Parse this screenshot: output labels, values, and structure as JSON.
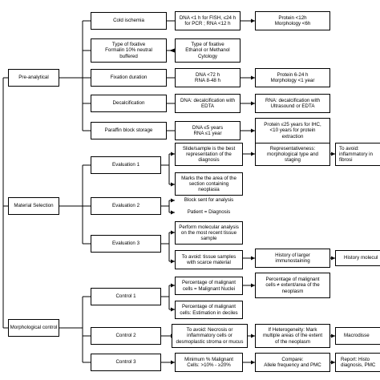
{
  "colors": {
    "line": "#000000",
    "box_fill": "#ffffff",
    "text": "#000000"
  },
  "pre_analytical": {
    "label": "Pre-analytical",
    "rows": {
      "cold_ischemia": {
        "label": "Cold ischemia",
        "dna": [
          "DNA <1 h for FISH, ≤24 h",
          "for PCR ; RNA <12 h"
        ],
        "protein": [
          "Protein <12h",
          "Morphology <6h"
        ]
      },
      "type_of_fixative": {
        "label": [
          "Type of fixative",
          "Formalin 10% neutral",
          "buffered"
        ],
        "alt": [
          "Type of fixative",
          "Ethanol or Methanol",
          "Cytology"
        ]
      },
      "fixation_duration": {
        "label": "Fixation duration",
        "dna": [
          "DNA <72 h",
          "RNA 8-48 h"
        ],
        "protein": [
          "Protein 6-24 h",
          "Morphology <1 year"
        ]
      },
      "decalcification": {
        "label": "Decalcification",
        "dna": [
          "DNA: decalcification with",
          "EDTA"
        ],
        "rna": [
          "RNA: decalcification with",
          "Ultrasound or EDTA"
        ]
      },
      "paraffin_block_storage": {
        "label": "Paraffin block storage",
        "dna": [
          "DNA ≤5 years",
          "RNA ≤1 year"
        ],
        "protein": [
          "Protein ≤25 years for IHC,",
          "<10 years for protein",
          "extraction"
        ]
      }
    }
  },
  "material_selection": {
    "label": "Material Selection",
    "evaluation_1": {
      "label": "Evaluation 1",
      "slide": [
        "Slide/sample is the best",
        "representation of the",
        "diagnosis"
      ],
      "representativeness": [
        "Representativeness:",
        "morphological type and",
        "staging"
      ],
      "avoid": [
        "To avoid:",
        "inflammatory in",
        "fibrosi"
      ],
      "marks": [
        "Marks the the area of the",
        "section containing",
        "neoplasia"
      ]
    },
    "evaluation_2": {
      "label": "Evaluation 2",
      "block_sent": "Block sent for analysis",
      "patient": "Patient = Diagnosis"
    },
    "evaluation_3": {
      "label": "Evaluation 3",
      "perform": [
        "Perform molecular analysis",
        "on the most recent tissue",
        "sample"
      ],
      "avoid_tissue": [
        "To avoid: tissue samples",
        "with scarce material"
      ],
      "history_larger": [
        "History of larger",
        "immunostaining"
      ],
      "history_molecular": "History molecul"
    }
  },
  "morphological_control": {
    "label": "Morphological control",
    "control_1": {
      "label": "Control 1",
      "pct_nuclei": [
        "Percentage of malignant",
        "cells = Malignant Nuclei"
      ],
      "pct_extent": [
        "Percentage of malignant",
        "cells ≠ extent/area of the",
        "neoplasm"
      ],
      "pct_deciles": [
        "Percentage of malignant",
        "cells: Estimation in deciles"
      ]
    },
    "control_2": {
      "label": "Control 2",
      "avoid_necrosis": [
        "To avoid: Necrosis or",
        "inflammatory cells or",
        "desmoplastic stroma or mucus"
      ],
      "heterogeneity": [
        "If Heterogeneity: Mark",
        "multiple areas of the extent",
        "of the neoplasm"
      ],
      "macrodissection": "Macrodisse"
    },
    "control_3": {
      "label": "Control 3",
      "minimum": [
        "Minimum % Malignant",
        "Cells: >10% - ≥20%"
      ],
      "compare": [
        "Compare:",
        "Allele frequency and PMC"
      ],
      "report": [
        "Report: Histo",
        "diagnosis, PMC"
      ]
    }
  }
}
